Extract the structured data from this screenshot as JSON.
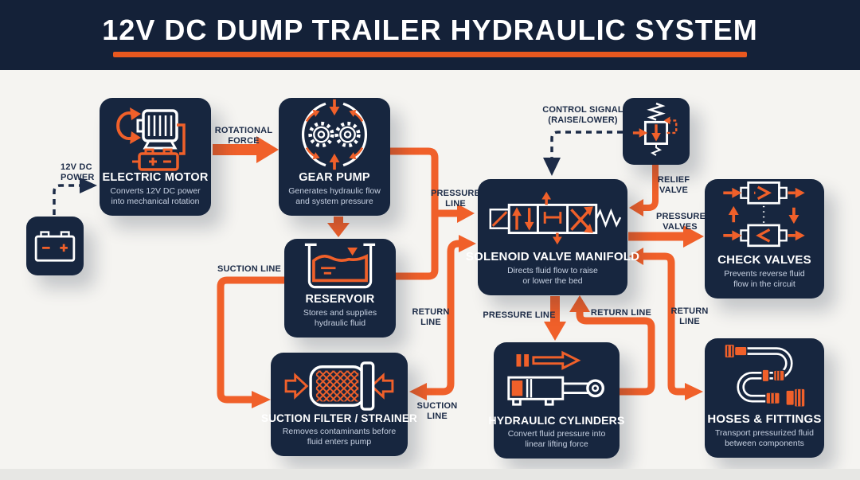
{
  "colors": {
    "navy_header": "#142138",
    "navy_box": "#17263f",
    "orange": "#f0602a",
    "underline_orange": "#e8581f",
    "background": "#f5f4f1",
    "label_text": "#1c2b47"
  },
  "header": {
    "title": "12V DC DUMP TRAILER HYDRAULIC SYSTEM"
  },
  "nodes": {
    "battery": {
      "icon": "battery-icon"
    },
    "electric_motor": {
      "icon": "motor-icon",
      "title": "ELECTRIC MOTOR",
      "subtitle": "Converts 12V DC power\ninto mechanical rotation"
    },
    "gear_pump": {
      "icon": "gear-pump-icon",
      "title": "GEAR PUMP",
      "subtitle": "Generates hydraulic flow\nand system pressure"
    },
    "reservoir": {
      "icon": "reservoir-icon",
      "title": "RESERVOIR",
      "subtitle": "Stores and supplies\nhydraulic fluid"
    },
    "suction_filter": {
      "icon": "filter-icon",
      "title": "SUCTION FILTER / STRAINER",
      "subtitle": "Removes contaminants before\nfluid enters pump"
    },
    "solenoid_valve_manifold": {
      "icon": "solenoid-valve-icon",
      "title": "SOLENOID VALVE MANIFOLD",
      "subtitle": "Directs fluid flow to raise\nor lower the bed"
    },
    "relief_valve": {
      "icon": "relief-valve-icon"
    },
    "check_valves": {
      "icon": "check-valve-icon",
      "title": "CHECK VALVES",
      "subtitle": "Prevents reverse fluid\nflow in the circuit"
    },
    "hydraulic_cylinders": {
      "icon": "hydraulic-cylinder-icon",
      "title": "HYDRAULIC CYLINDERS",
      "subtitle": "Convert fluid pressure into\nlinear lifting force"
    },
    "hoses_fittings": {
      "icon": "hose-fitting-icon",
      "title": "HOSES & FITTINGS",
      "subtitle": "Transport pressurized fluid\nbetween components"
    }
  },
  "line_labels": {
    "power": "12V DC\nPOWER",
    "rotational_force": "ROTATIONAL\nFORCE",
    "pressure_line_pump": "PRESSURE\nLINE",
    "suction_line_reservoir": "SUCTION LINE",
    "return_line_mid": "RETURN\nLINE",
    "suction_line_mid": "SUCTION\nLINE",
    "control_signal": "CONTROL SIGNAL\n(RAISE/LOWER)",
    "relief_valve": "RELIEF\nVALVE",
    "pressure_valves": "PRESSURE\nVALVES",
    "return_line_right": "RETURN\nLINE",
    "pressure_line_cylinders": "PRESSURE LINE",
    "return_line_cylinders": "RETURN LINE"
  }
}
